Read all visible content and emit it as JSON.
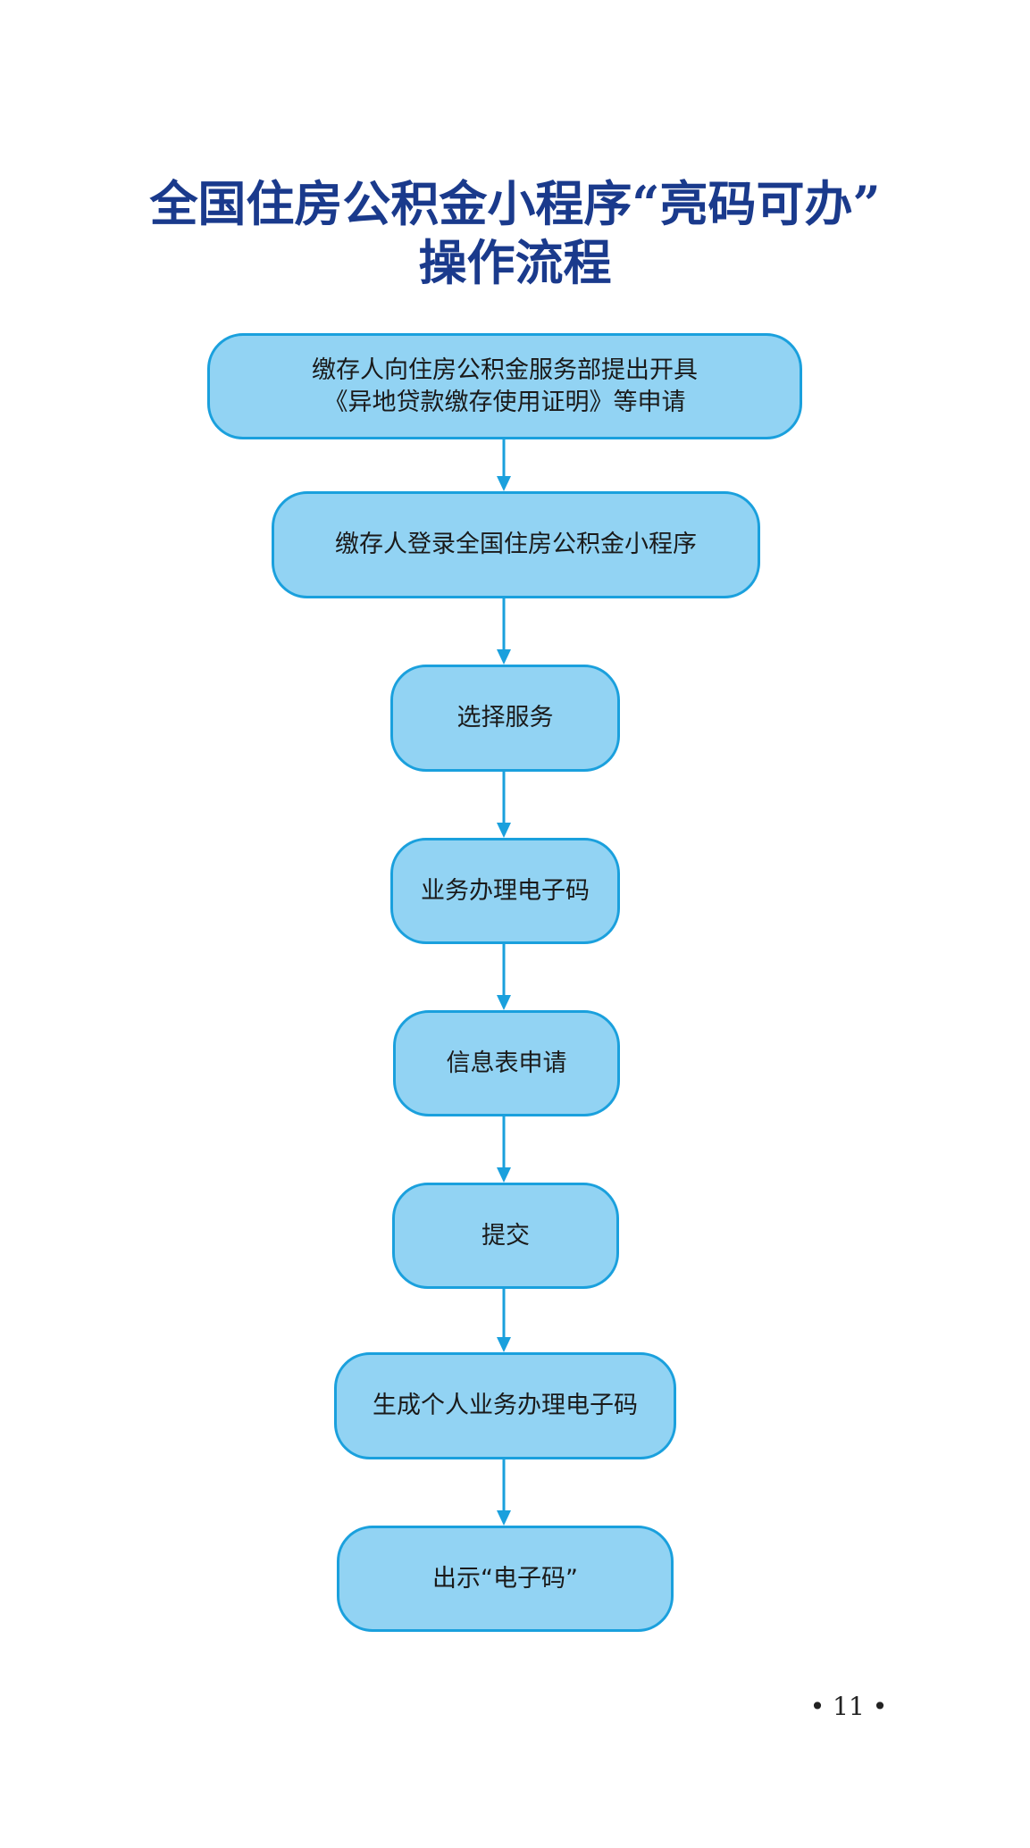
{
  "title": {
    "line1": "全国住房公积金小程序“亮码可办”",
    "line2": "操作流程"
  },
  "colors": {
    "title": "#1a3a8c",
    "box_fill": "#92d3f3",
    "box_border": "#1aa0dd",
    "arrow": "#1aa0dd"
  },
  "steps": [
    {
      "line1": "缴存人向住房公积金服务部提出开具",
      "line2": "《异地贷款缴存使用证明》等申请"
    },
    {
      "line1": "缴存人登录全国住房公积金小程序"
    },
    {
      "line1": "选择服务"
    },
    {
      "line1": "业务办理电子码"
    },
    {
      "line1": "信息表申请"
    },
    {
      "line1": "提交"
    },
    {
      "line1": "生成个人业务办理电子码"
    },
    {
      "line1": "出示“电子码”"
    }
  ],
  "page_number": "• 11 •"
}
